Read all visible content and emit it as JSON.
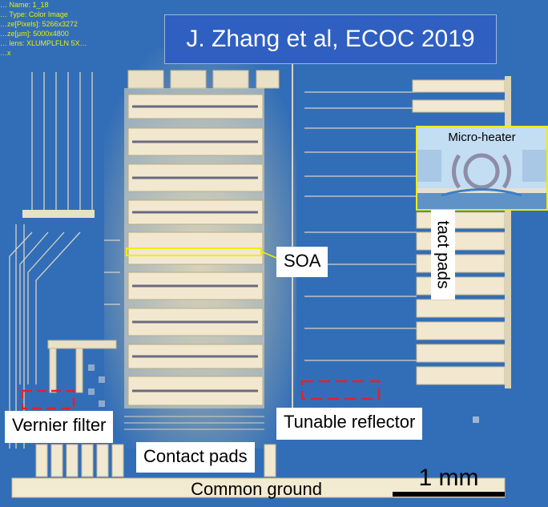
{
  "overlay": {
    "title": "J. Zhang et al, ECOC 2019",
    "meta_lines": [
      "… Name: 1_18",
      "… Type: Color Image",
      "…ze[Pixels]: 5266x3272",
      "…ze[µm]: 5000x4800",
      "… lens: XLUMPLFLN 5X…",
      "…x"
    ]
  },
  "labels": {
    "micro_heater": "Micro-heater",
    "contact_pads_right": "tact pads",
    "soa": "SOA",
    "vernier_filter": "Vernier filter",
    "tunable_reflector": "Tunable reflector",
    "contact_pads": "Contact pads",
    "common_ground": "Common ground",
    "scale": "1 mm"
  },
  "colors": {
    "substrate": "#2f6fb7",
    "metal": "#f1e6c8",
    "highlight": "#f2ec00",
    "marker": "#e3202a",
    "title_bg": "#2f5fc0"
  }
}
